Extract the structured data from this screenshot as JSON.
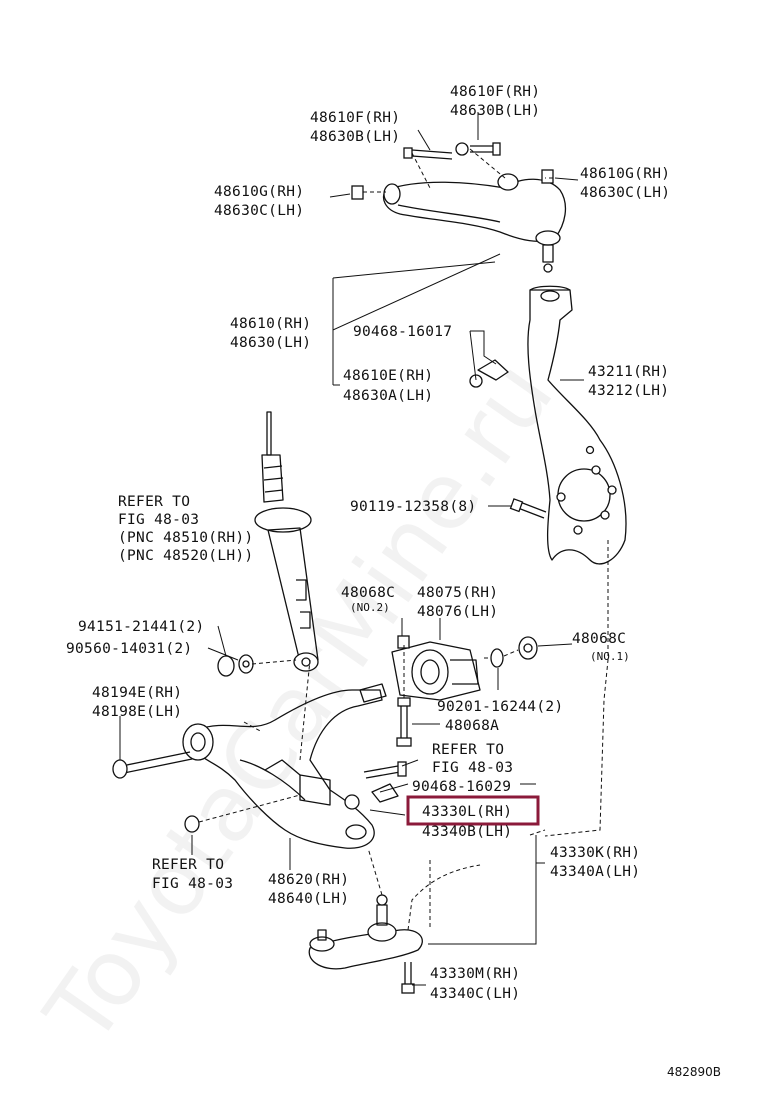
{
  "watermark": "ToyotaCarMine.ru",
  "figure_id": "482890B",
  "highlight_color": "#8b1a3a",
  "labels": {
    "l1a": "48610F(RH)",
    "l1b": "48630B(LH)",
    "l2a": "48610F(RH)",
    "l2b": "48630B(LH)",
    "l3a": "48610G(RH)",
    "l3b": "48630C(LH)",
    "l4a": "48610G(RH)",
    "l4b": "48630C(LH)",
    "l5a": "48610(RH)",
    "l5b": "48630(LH)",
    "l6": "90468-16017",
    "l7a": "48610E(RH)",
    "l7b": "48630A(LH)",
    "l8a": "43211(RH)",
    "l8b": "43212(LH)",
    "l9a": "REFER TO",
    "l9b": "FIG 48-03",
    "l9c": "(PNC 48510(RH))",
    "l9d": "(PNC 48520(LH))",
    "l10": "90119-12358(8)",
    "l11": "48068C",
    "l11n": "(NO.2)",
    "l12a": "48075(RH)",
    "l12b": "48076(LH)",
    "l13": "48068C",
    "l13n": "(NO.1)",
    "l14": "94151-21441(2)",
    "l15": "90560-14031(2)",
    "l16": "90201-16244(2)",
    "l17a": "48194E(RH)",
    "l17b": "48198E(LH)",
    "l18": "48068A",
    "l19a": "REFER TO",
    "l19b": "FIG 48-03",
    "l20": "90468-16029",
    "l21a": "43330L(RH)",
    "l21b": "43340B(LH)",
    "l22a": "43330K(RH)",
    "l22b": "43340A(LH)",
    "l23a": "REFER TO",
    "l23b": "FIG 48-03",
    "l24a": "48620(RH)",
    "l24b": "48640(LH)",
    "l25a": "43330M(RH)",
    "l25b": "43340C(LH)"
  }
}
